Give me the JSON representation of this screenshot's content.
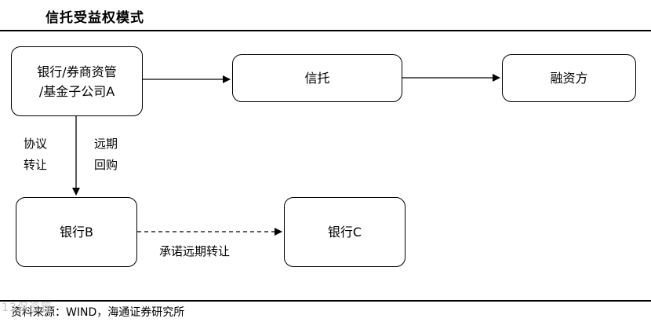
{
  "title": "信托受益权模式",
  "nodes": {
    "a": "银行/券商资管\n/基金子公司A",
    "trust": "信托",
    "financier": "融资方",
    "bank_b": "银行B",
    "bank_c": "银行C"
  },
  "edge_labels": {
    "agreement_transfer": "协议\n转让",
    "forward_repurchase": "远期\n回购",
    "commitment_transfer": "承诺远期转让"
  },
  "source": "资料来源：WIND，海通证券研究所",
  "watermark": "13保资管"
}
